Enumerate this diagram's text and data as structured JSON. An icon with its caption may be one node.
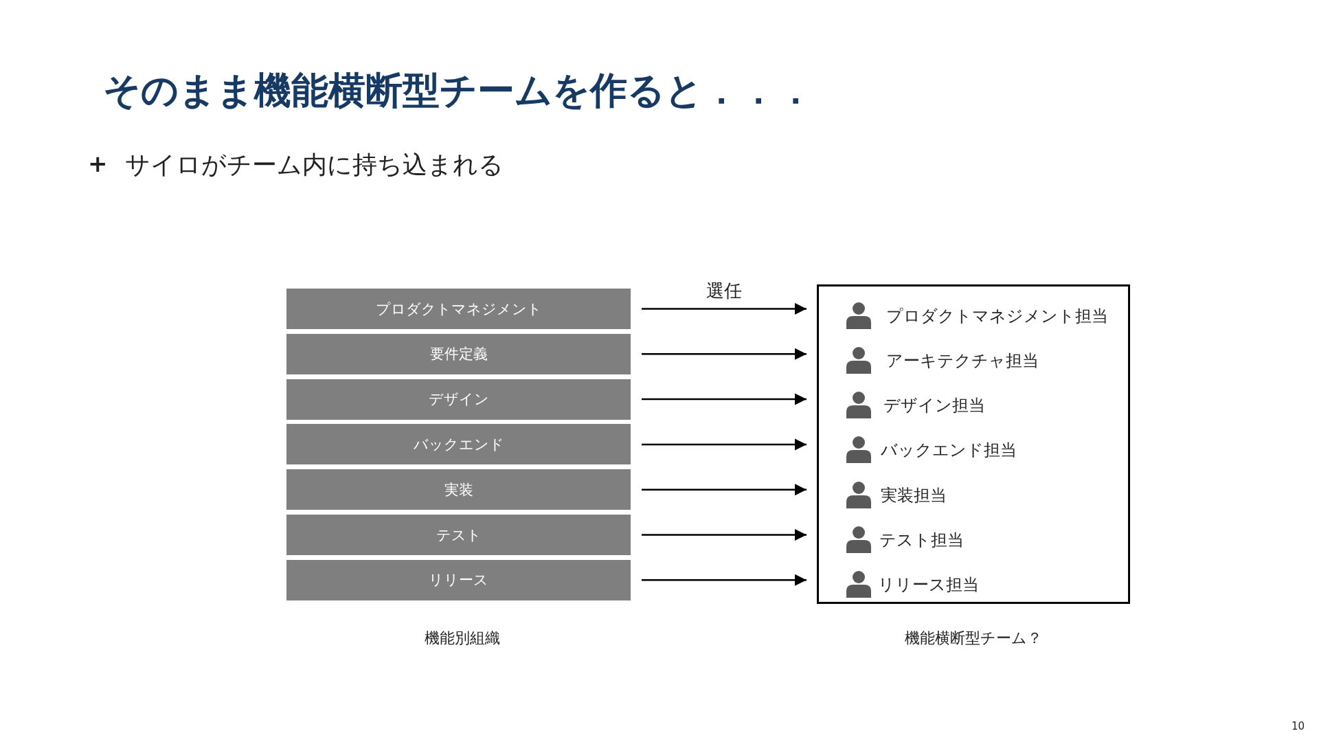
{
  "diagram": {
    "title": "そのまま機能横断型チームを作ると．．．",
    "nodes": [
      {
        "text": [
          "プロダクトマネジメント"
        ]
      },
      {
        "text": [
          "要件定義"
        ]
      },
      {
        "text": [
          "デザイン"
        ]
      },
      {
        "text": [
          "バックエンド"
        ]
      },
      {
        "text": [
          "実装"
        ]
      },
      {
        "text": [
          "テスト"
        ]
      },
      {
        "text": [
          "リリース"
        ]
      },
      {
        "text": [],
        "shape": "box",
        "beside": [
          "機能横断型チーム？"
        ]
      },
      {
        "text": [
          "プロダクトマネジメント担当"
        ],
        "in": 7
      },
      {
        "text": [
          "アーキテクチャ担当"
        ],
        "in": 7
      },
      {
        "text": [
          "デザイン担当"
        ],
        "in": 7
      },
      {
        "text": [
          "バックエンド担当"
        ],
        "in": 7
      },
      {
        "text": [
          "実装担当"
        ],
        "in": 7
      },
      {
        "text": [
          "テスト担当"
        ],
        "in": 7
      },
      {
        "text": [
          "リリース担当"
        ],
        "in": 7
      }
    ],
    "edges": [
      {
        "from": 0,
        "to": 8,
        "arrow": "to",
        "label": "選任"
      },
      {
        "from": 1,
        "to": 9,
        "arrow": "to"
      },
      {
        "from": 2,
        "to": 10,
        "arrow": "to"
      },
      {
        "from": 3,
        "to": 11,
        "arrow": "to"
      },
      {
        "from": 4,
        "to": 12,
        "arrow": "to"
      },
      {
        "from": 5,
        "to": 13,
        "arrow": "to"
      },
      {
        "from": 6,
        "to": 14,
        "arrow": "to"
      }
    ],
    "labels": [
      "+",
      "サイロがチーム内に持ち込まれる",
      "機能別組織",
      "10"
    ]
  }
}
